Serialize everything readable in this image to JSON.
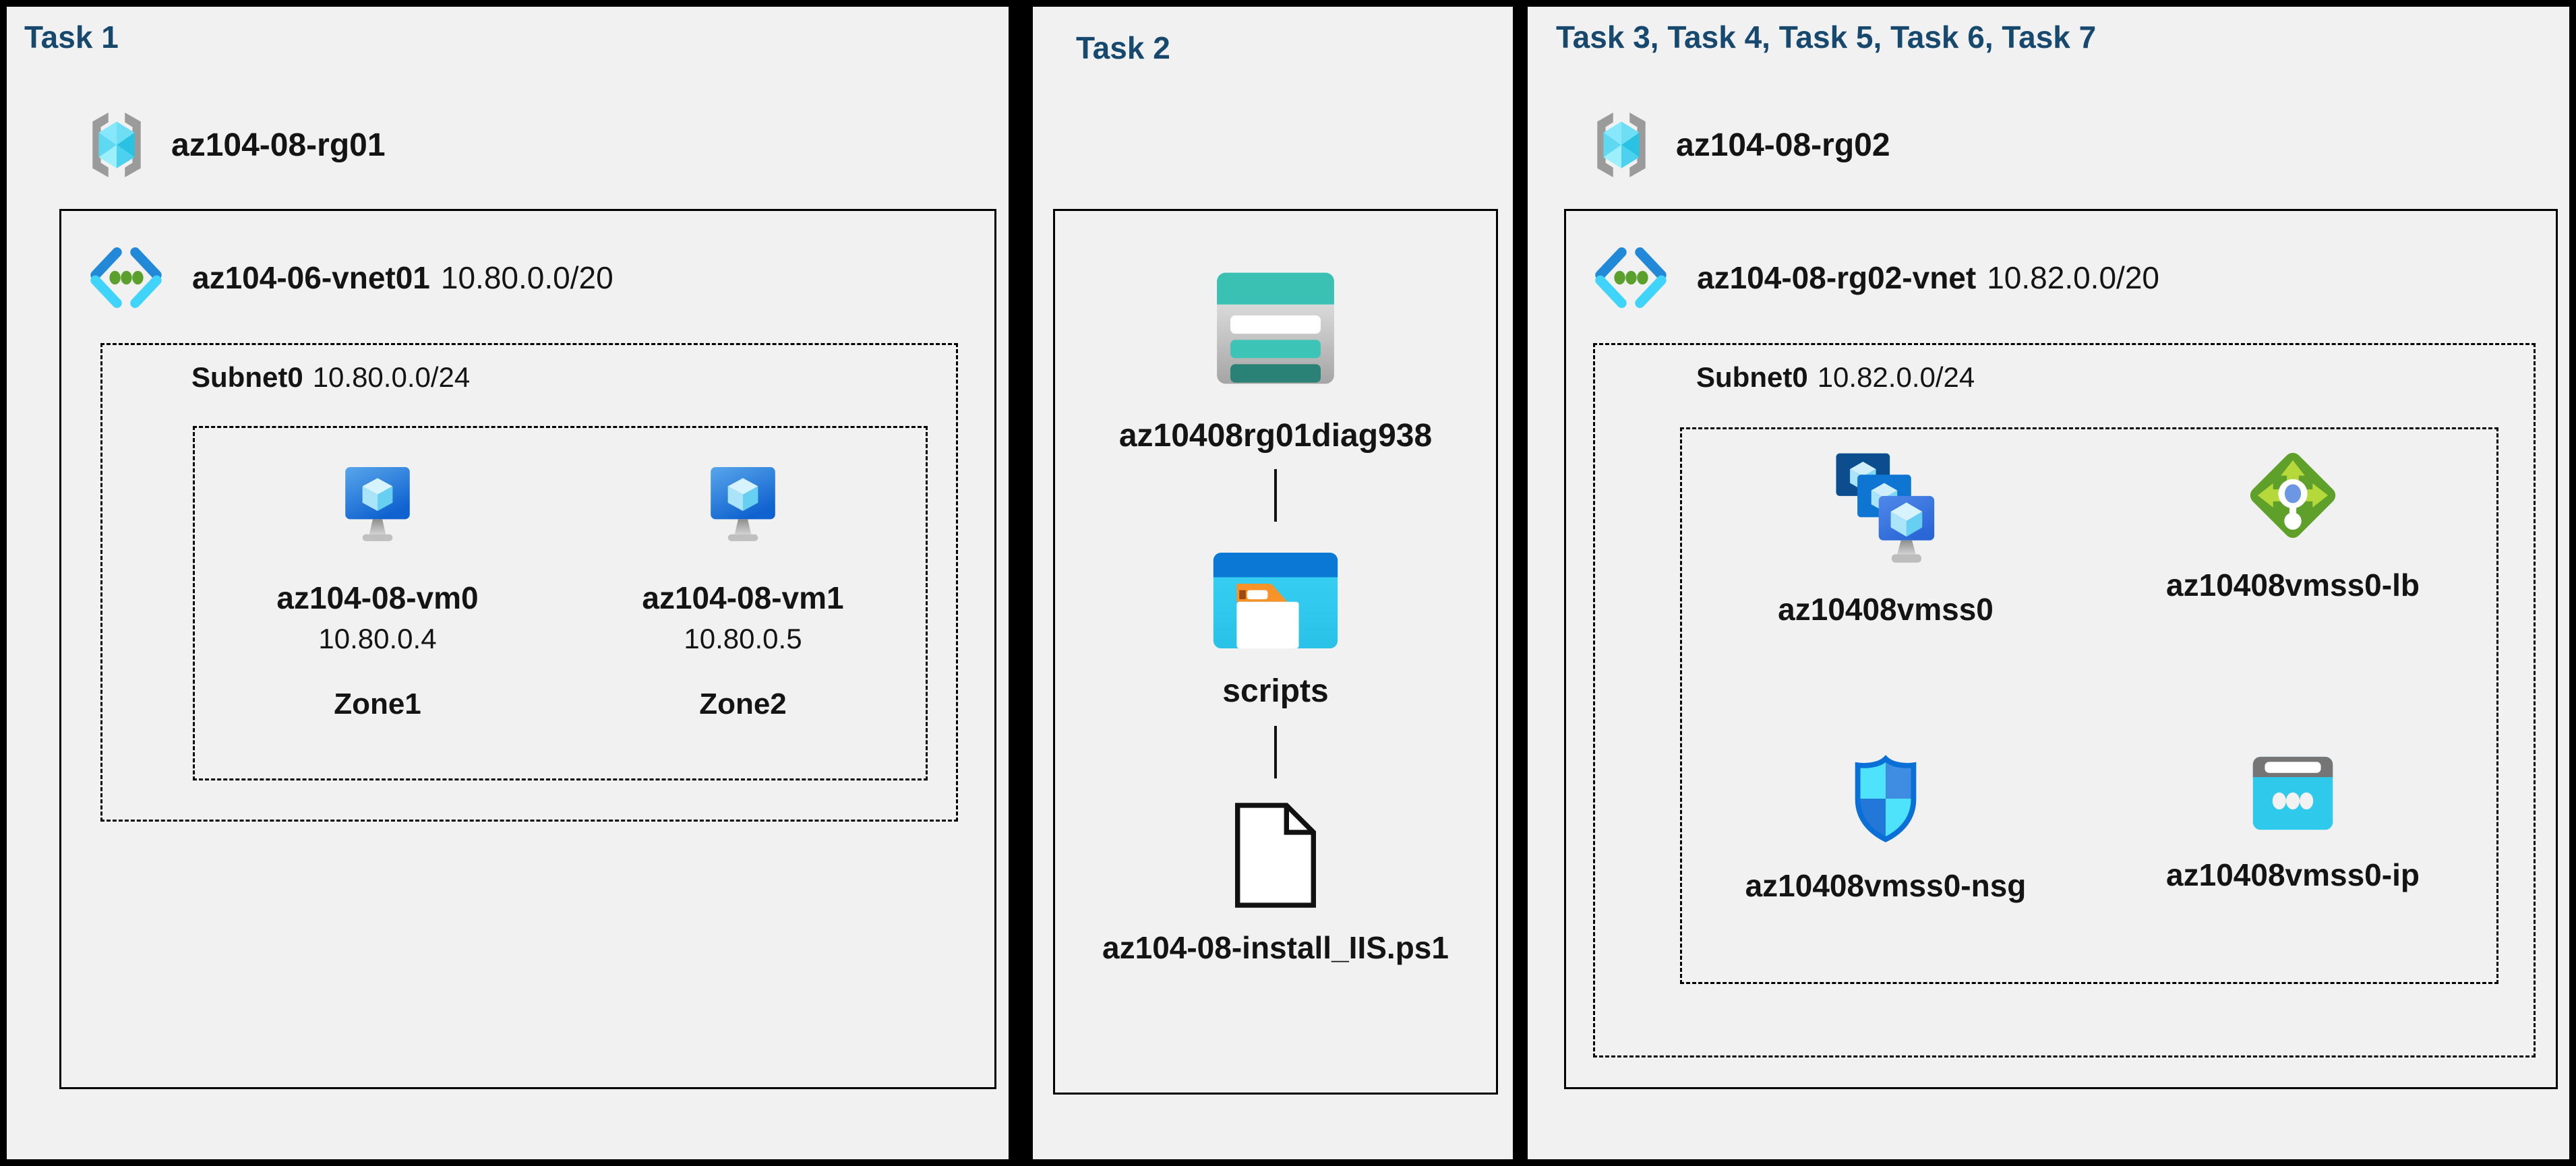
{
  "colors": {
    "heading": "#17496f",
    "panel_bg": "#f1f1f1",
    "canvas": "#000000",
    "storage_teal": "#3bc1b3",
    "folder_blue": "#0a78d4",
    "lb_green": "#5fa02a",
    "nsg_blue": "#0b6fd8",
    "pip_cyan": "#2fc9ec"
  },
  "panels": [
    {
      "heading": "Task 1",
      "resource_group": {
        "name": "az104-08-rg01",
        "icon": "resource-group-icon"
      },
      "vnet": {
        "name": "az104-06-vnet01",
        "cidr": "10.80.0.0/20",
        "icon": "virtual-network-icon"
      },
      "subnet": {
        "name": "Subnet0",
        "cidr": "10.80.0.0/24"
      },
      "vms": [
        {
          "name": "az104-08-vm0",
          "ip": "10.80.0.4",
          "zone": "Zone1",
          "icon": "virtual-machine-icon"
        },
        {
          "name": "az104-08-vm1",
          "ip": "10.80.0.5",
          "zone": "Zone2",
          "icon": "virtual-machine-icon"
        }
      ]
    },
    {
      "heading": "Task 2",
      "items": {
        "storage_account": "az10408rg01diag938",
        "storage_icon": "storage-account-icon",
        "container": "scripts",
        "container_icon": "folder-icon",
        "file": "az104-08-install_IIS.ps1",
        "file_icon": "file-icon"
      }
    },
    {
      "heading": "Task 3, Task 4, Task 5, Task 6, Task 7",
      "resource_group": {
        "name": "az104-08-rg02",
        "icon": "resource-group-icon"
      },
      "vnet": {
        "name": "az104-08-rg02-vnet",
        "cidr": "10.82.0.0/20",
        "icon": "virtual-network-icon"
      },
      "subnet": {
        "name": "Subnet0",
        "cidr": "10.82.0.0/24"
      },
      "resources": [
        {
          "name": "az10408vmss0",
          "icon": "vmss-icon"
        },
        {
          "name": "az10408vmss0-lb",
          "icon": "load-balancer-icon"
        },
        {
          "name": "az10408vmss0-nsg",
          "icon": "network-security-group-icon"
        },
        {
          "name": "az10408vmss0-ip",
          "icon": "public-ip-icon"
        }
      ]
    }
  ]
}
